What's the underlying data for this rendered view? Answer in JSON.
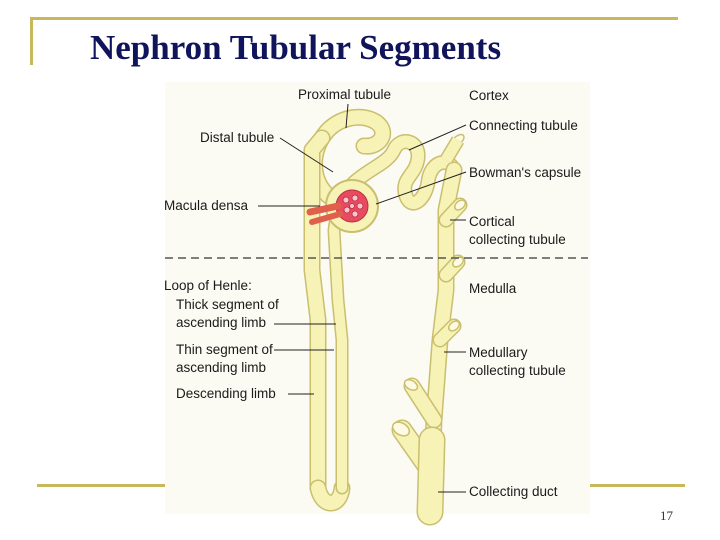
{
  "title": "Nephron Tubular Segments",
  "page_number": "17",
  "labels": {
    "proximal_tubule": "Proximal tubule",
    "distal_tubule": "Distal tubule",
    "macula_densa": "Macula densa",
    "loop_of_henle": "Loop of Henle:",
    "thick_segment_1": "Thick segment of",
    "thick_segment_2": "ascending limb",
    "thin_segment_1": "Thin segment of",
    "thin_segment_2": "ascending limb",
    "descending_limb": "Descending limb",
    "cortex": "Cortex",
    "connecting_tubule": "Connecting tubule",
    "bowmans_capsule": "Bowman's capsule",
    "cortical_ct_1": "Cortical",
    "cortical_ct_2": "collecting tubule",
    "medulla": "Medulla",
    "medullary_ct_1": "Medullary",
    "medullary_ct_2": "collecting tubule",
    "collecting_duct": "Collecting duct"
  },
  "colors": {
    "title": "#10145a",
    "frame": "#c9b85a",
    "tubule_fill": "#f7f2b6",
    "tubule_outline": "#c9bf6e",
    "background_panel": "#fbfaf3",
    "glomerulus": "#e84a5f",
    "arteriole": "#e0604c"
  }
}
